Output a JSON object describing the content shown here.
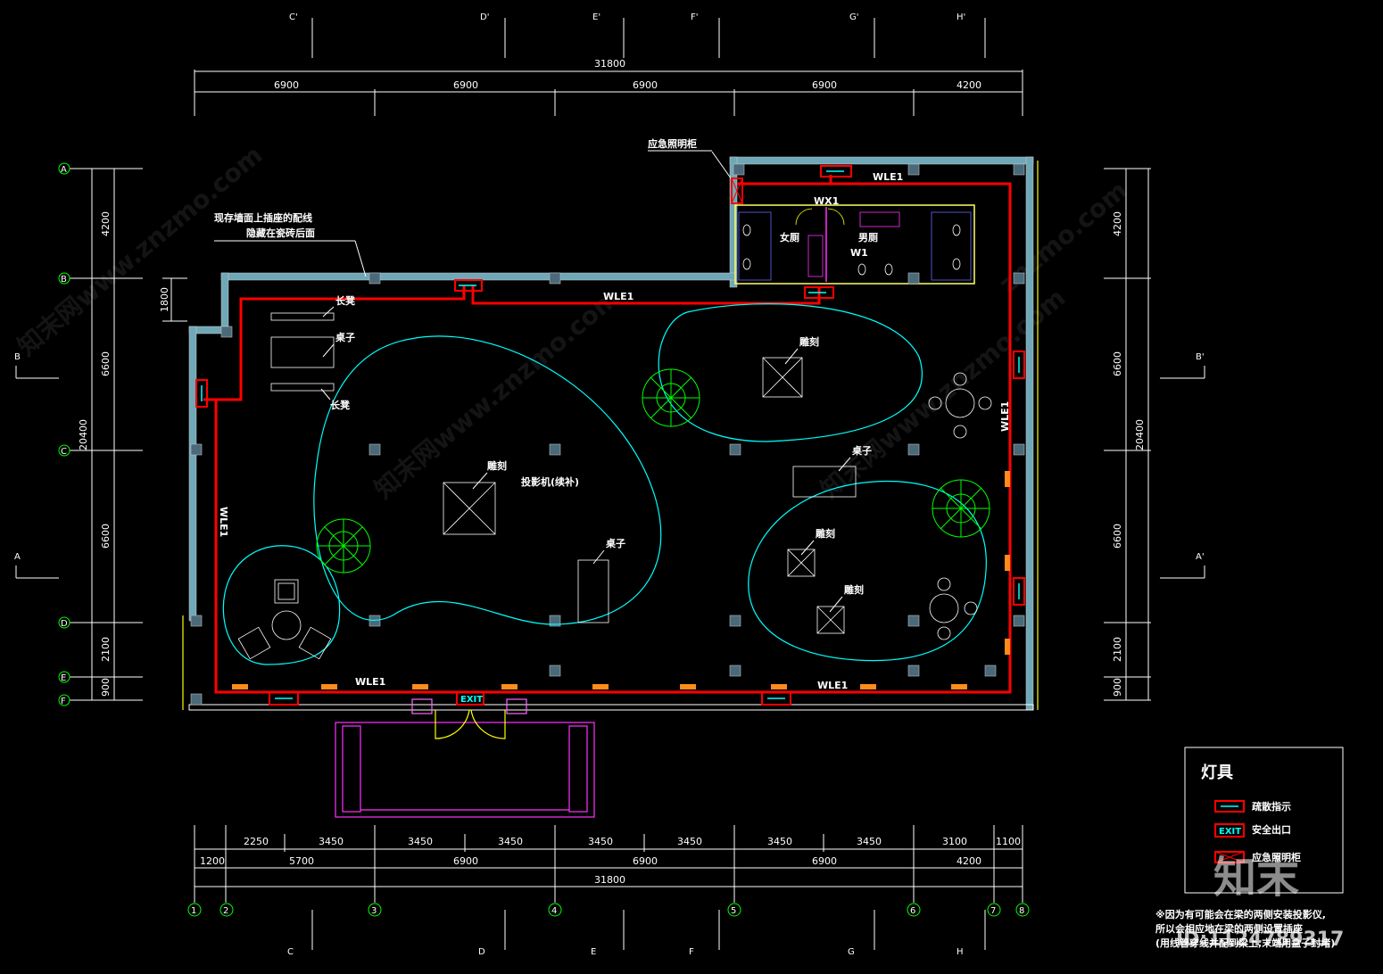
{
  "top_axes": [
    "C'",
    "D'",
    "E'",
    "F'",
    "G'",
    "H'"
  ],
  "bottom_axes": [
    "C",
    "D",
    "E",
    "F",
    "G",
    "H"
  ],
  "left_axes": [
    "A",
    "B",
    "C",
    "D",
    "E",
    "F"
  ],
  "side_letters_left": [
    "B",
    "A"
  ],
  "side_letters_right": [
    "B'",
    "A'"
  ],
  "col_axes": [
    "1",
    "2",
    "3",
    "4",
    "5",
    "6",
    "7",
    "8"
  ],
  "top_dims": {
    "total": "31800",
    "segments": [
      "6900",
      "6900",
      "6900",
      "6900",
      "4200"
    ]
  },
  "bottom_dims": {
    "row1": [
      "2250",
      "3450",
      "3450",
      "3450",
      "3450",
      "3450",
      "3450",
      "3450",
      "3100",
      "1100"
    ],
    "row2": [
      "1200",
      "5700",
      "6900",
      "6900",
      "6900",
      "4200"
    ],
    "total": "31800"
  },
  "left_dims": {
    "segments": [
      "4200",
      "6600",
      "6600",
      "2100",
      "900"
    ],
    "total": "20400",
    "step": "1800"
  },
  "right_dims": {
    "segments": [
      "4200",
      "6600",
      "6600",
      "2100",
      "900"
    ],
    "total": "20400"
  },
  "labels": {
    "emergency_cabinet": "应急照明柜",
    "wall_note_1": "现存墙面上插座的配线",
    "wall_note_2": "隐藏在瓷砖后面",
    "wle1": "WLE1",
    "wx1": "WX1",
    "w1": "W1",
    "female_wc": "女厕",
    "male_wc": "男厕",
    "bench": "长凳",
    "table": "桌子",
    "sculpture": "雕刻",
    "projector": "投影机(续补)",
    "exit": "EXIT"
  },
  "legend": {
    "title": "灯具",
    "items": [
      "疏散指示",
      "安全出口",
      "应急照明柜"
    ]
  },
  "notes": {
    "line1": "※因为有可能会在梁的两侧安装投影仪,",
    "line2": "所以会相应地在梁的两侧设置插座",
    "line3": "(用线管穿线并配到梁上,末端用盒子封堵)"
  },
  "watermarks": [
    "znzmo.com",
    "知末网www.znzmo.com"
  ],
  "brand": "知末",
  "id_text": "ID:1124789317",
  "colors": {
    "background": "#000000",
    "wiring": "#ff0000",
    "zones": "#00ffff",
    "walls": "#6fa8b8",
    "axis": "#00ff00",
    "plants": "#00ff00",
    "entrance": "#ff33ff",
    "lights": "#ff8c1a"
  }
}
